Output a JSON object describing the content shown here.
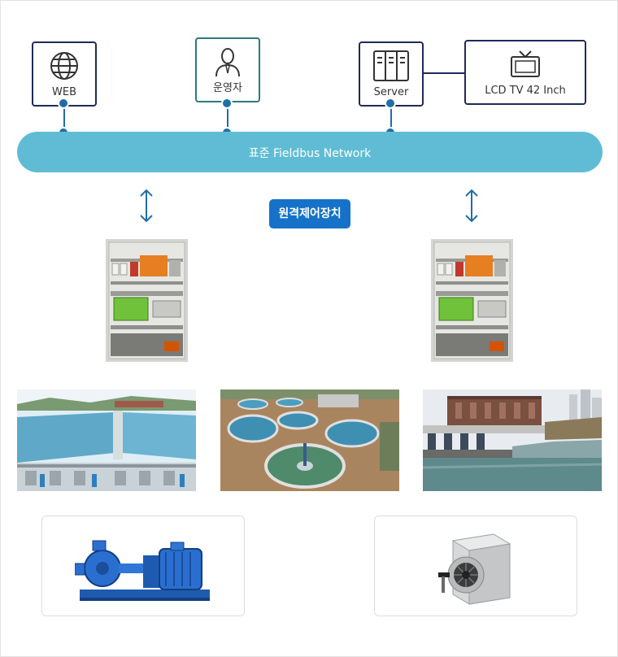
{
  "nodes": {
    "web": {
      "label": "WEB",
      "icon": "globe-icon"
    },
    "operator": {
      "label": "운영자",
      "icon": "operator-icon"
    },
    "server": {
      "label": "Server",
      "icon": "server-icon"
    },
    "tv": {
      "label": "LCD TV 42 Inch",
      "icon": "tv-icon"
    }
  },
  "bus": {
    "label": "표준 Fieldbus Network"
  },
  "remote_control": {
    "label": "원격제어장치"
  },
  "colors": {
    "node_border": "#1f2a5a",
    "operator_border": "#2b7b7b",
    "bus_fill": "#60bcd4",
    "connector": "#1f6ea8",
    "badge_fill": "#1572c8"
  }
}
